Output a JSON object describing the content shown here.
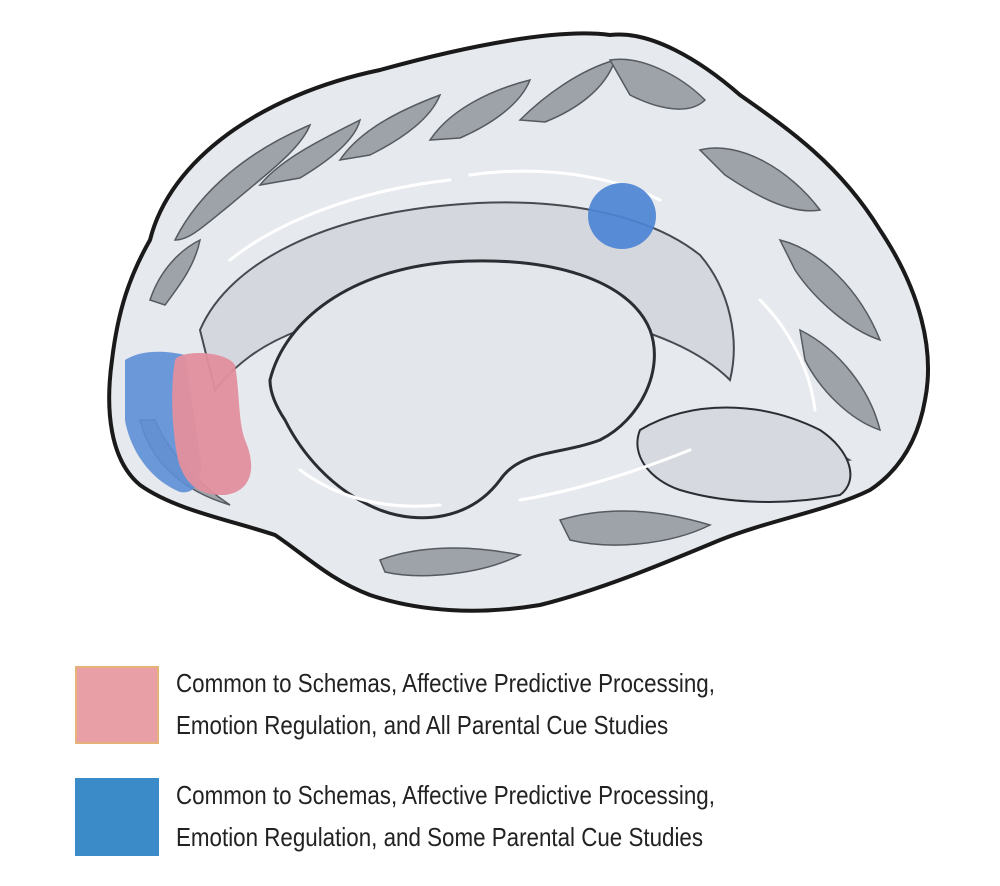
{
  "colors": {
    "common_all": "#e8a0a6",
    "common_all_border": "#e6b27a",
    "common_some": "#3b8bc8",
    "cortex": "#e6e9ee",
    "sulcus": "#9ea3a9",
    "outline": "#1a1a1a"
  },
  "legend": {
    "items": [
      {
        "swatch_color": "#e8a0a6",
        "line1": "Common to Schemas, Affective Predictive Processing,",
        "line2": "Emotion Regulation, and All Parental Cue Studies"
      },
      {
        "swatch_color": "#3b8bc8",
        "line1": "Common to Schemas, Affective Predictive Processing,",
        "line2": "Emotion Regulation, and Some Parental Cue Studies"
      }
    ]
  }
}
